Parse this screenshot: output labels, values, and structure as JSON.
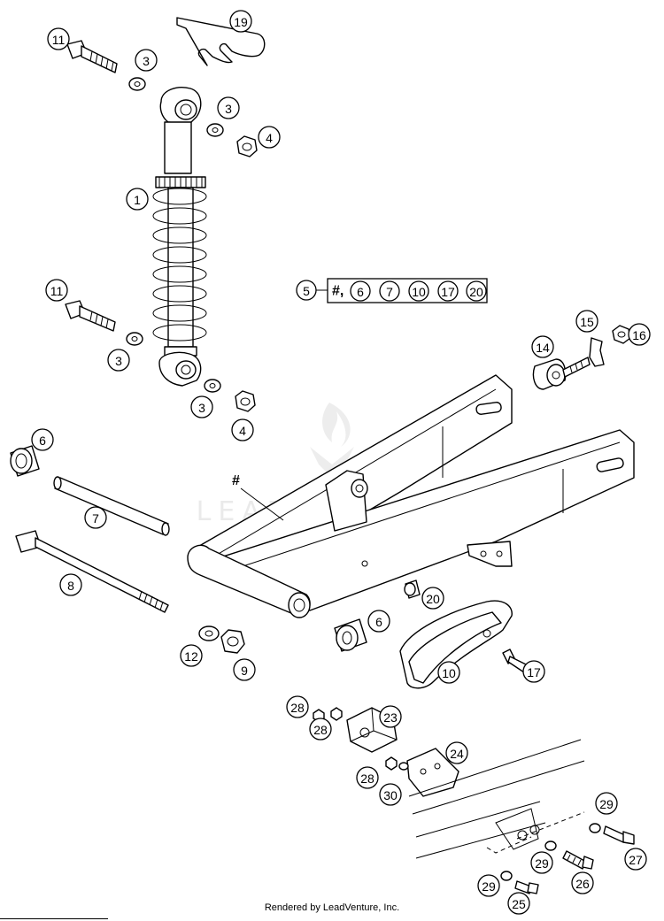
{
  "footer": {
    "rendered_by": "Rendered by LeadVenture, Inc."
  },
  "watermark": "LEADVENTURE",
  "kit_marker": "#",
  "kit_box": {
    "label": "5",
    "items": [
      "#,",
      "6",
      "7",
      "10",
      "17",
      "20"
    ]
  },
  "callouts": {
    "c19": "19",
    "c11a": "11",
    "c3a": "3",
    "c3b": "3",
    "c4a": "4",
    "c1": "1",
    "c11b": "11",
    "c3c": "3",
    "c3d": "3",
    "c4b": "4",
    "c14": "14",
    "c15": "15",
    "c16": "16",
    "c6a": "6",
    "c7": "7",
    "c8": "8",
    "c12": "12",
    "c9": "9",
    "c6b": "6",
    "c20": "20",
    "c10": "10",
    "c17": "17",
    "c28a": "28",
    "c28b": "28",
    "c23": "23",
    "c24": "24",
    "c28c": "28",
    "c30": "30",
    "c29a": "29",
    "c27": "27",
    "c29b": "29",
    "c26": "26",
    "c29c": "29",
    "c25": "25"
  }
}
